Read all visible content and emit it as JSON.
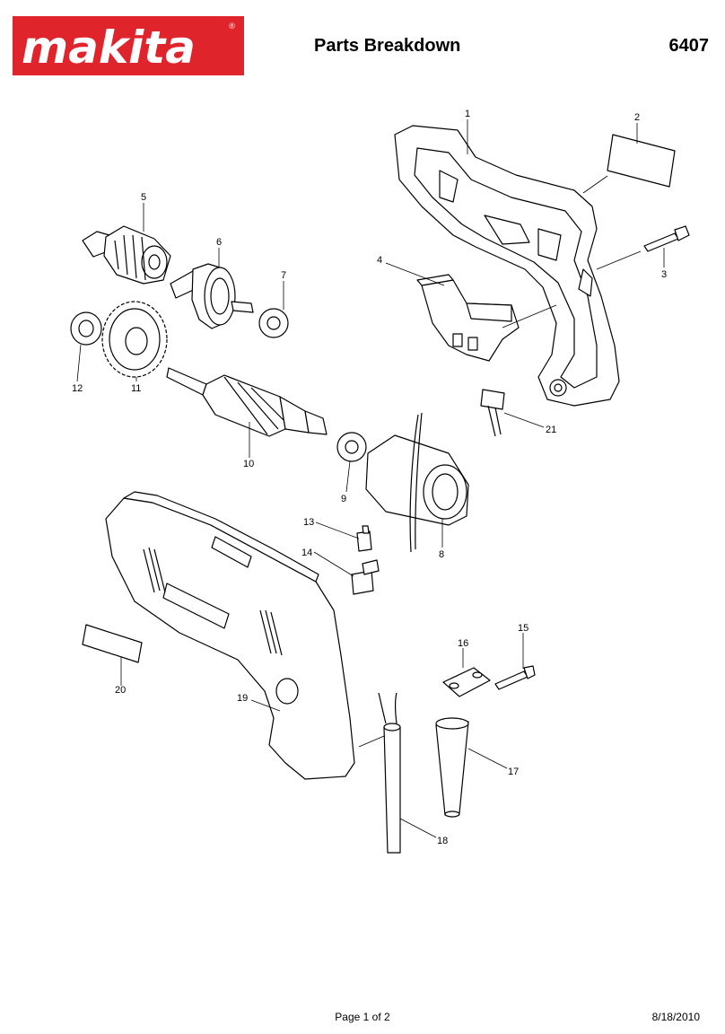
{
  "header": {
    "brand": "makita",
    "registered_mark": "®",
    "title": "Parts Breakdown",
    "model": "6407"
  },
  "colors": {
    "brand_red": "#e0242b",
    "line": "#000000"
  },
  "parts": [
    {
      "id": "1",
      "label": "1"
    },
    {
      "id": "2",
      "label": "2"
    },
    {
      "id": "3",
      "label": "3"
    },
    {
      "id": "4",
      "label": "4"
    },
    {
      "id": "5",
      "label": "5"
    },
    {
      "id": "6",
      "label": "6"
    },
    {
      "id": "7",
      "label": "7"
    },
    {
      "id": "8",
      "label": "8"
    },
    {
      "id": "9",
      "label": "9"
    },
    {
      "id": "10",
      "label": "10"
    },
    {
      "id": "11",
      "label": "11"
    },
    {
      "id": "12",
      "label": "12"
    },
    {
      "id": "13",
      "label": "13"
    },
    {
      "id": "14",
      "label": "14"
    },
    {
      "id": "15",
      "label": "15"
    },
    {
      "id": "16",
      "label": "16"
    },
    {
      "id": "17",
      "label": "17"
    },
    {
      "id": "18",
      "label": "18"
    },
    {
      "id": "19",
      "label": "19"
    },
    {
      "id": "20",
      "label": "20"
    },
    {
      "id": "21",
      "label": "21"
    }
  ],
  "footer": {
    "page": "Page 1 of 2",
    "date": "8/18/2010"
  }
}
